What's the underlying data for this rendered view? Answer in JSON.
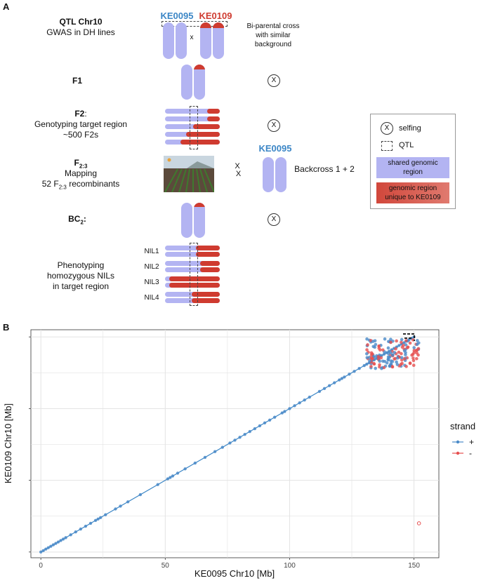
{
  "panel_a": {
    "letter": "A",
    "qtl_title": "QTL Chr10",
    "qtl_sub": "GWAS in DH lines",
    "parent1": "KE0095",
    "parent2": "KE0109",
    "cross_symbol": "x",
    "cross_note_l1": "Bi-parental cross",
    "cross_note_l2": "with similar",
    "cross_note_l3": "background",
    "f1": "F1",
    "f2_title": "F2",
    "f2_colon": ":",
    "f2_l1": "Genotyping  target region",
    "f2_l2": "~500 F2s",
    "f23_main": "F",
    "f23_sub": "2:3",
    "f23_l1": "Mapping",
    "f23_l2a": "52 F",
    "f23_l2sub": "2:3",
    "f23_l2b": " recombinants",
    "backcross_parent": "KE0095",
    "backcross_label": "Backcross 1 + 2",
    "bc_main": "BC",
    "bc_sub": "2",
    "bc_colon": ":",
    "nils": [
      "NIL1",
      "NIL2",
      "NIL3",
      "NIL4"
    ],
    "pheno_l1": "Phenotyping",
    "pheno_l2": "homozygous NILs",
    "pheno_l3": "in target region",
    "selfing_symbol": "X",
    "legend": {
      "selfing": "selfing",
      "qtl": "QTL",
      "shared_l1": "shared genomic",
      "shared_l2": "region",
      "unique_l1": "genomic region",
      "unique_l2": "unique to KE0109"
    },
    "colors": {
      "parent1": "#3b86c6",
      "parent2": "#cf3b30",
      "shared": "#b3b4f2",
      "unique": "#cf3b30"
    }
  },
  "panel_b": {
    "letter": "B",
    "legend_title": "strand",
    "legend_items": [
      {
        "label": "+",
        "color": "#4a8ac8"
      },
      {
        "label": "-",
        "color": "#e64f4f"
      }
    ]
  },
  "chart_data": {
    "type": "scatter",
    "xlabel": "KE0095 Chr10 [Mb]",
    "ylabel": "KE0109 Chr10 [Mb]",
    "xlim": [
      -4,
      160
    ],
    "ylim": [
      -4,
      155
    ],
    "xticks": [
      0,
      50,
      100,
      150
    ],
    "yticks": [],
    "grid": true,
    "legend_position": "right",
    "diagonal_points": [
      0,
      1,
      2,
      3,
      4,
      5,
      6,
      7,
      8,
      9,
      10,
      12,
      14,
      16,
      18,
      20,
      22,
      23,
      24,
      26,
      30,
      32,
      35,
      40,
      47,
      51,
      52,
      53,
      55,
      58,
      62,
      66,
      70,
      73,
      76,
      78,
      80,
      82,
      84,
      86,
      88,
      90,
      92,
      94,
      97,
      98,
      100,
      102,
      104,
      106,
      108,
      112,
      114,
      116,
      118,
      120,
      121,
      122,
      124,
      126,
      128,
      130,
      131,
      132,
      133,
      134,
      135,
      136,
      137,
      138,
      139,
      140,
      141,
      142,
      143,
      144,
      145,
      146,
      147,
      148,
      149,
      150
    ],
    "cluster_x_range": [
      131,
      152
    ],
    "cluster_y_range": [
      128,
      149
    ],
    "outlier": {
      "x": 152,
      "y": 20,
      "strand": "-"
    }
  }
}
